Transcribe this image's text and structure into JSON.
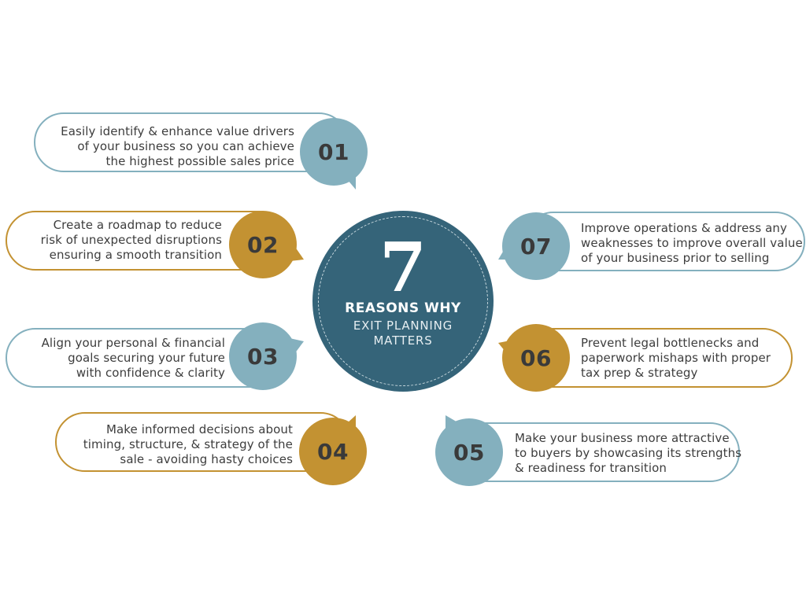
{
  "center": {
    "number": "7",
    "line1": "REASONS WHY",
    "line2": "EXIT PLANNING",
    "line3": "MATTERS",
    "color": "#356479"
  },
  "colors": {
    "blue": "#84b0be",
    "gold": "#c39232",
    "text": "#3d3d3d",
    "number_text": "#3a3a3a"
  },
  "reasons": [
    {
      "number": "01",
      "color": "blue",
      "lines": [
        "Easily identify & enhance value drivers",
        "of your business so you can achieve",
        "the highest possible sales price"
      ]
    },
    {
      "number": "02",
      "color": "gold",
      "lines": [
        "Create a roadmap to reduce",
        "risk of unexpected disruptions",
        "ensuring a smooth transition"
      ]
    },
    {
      "number": "03",
      "color": "blue",
      "lines": [
        "Align your personal & financial",
        "goals securing your future",
        "with confidence & clarity"
      ]
    },
    {
      "number": "04",
      "color": "gold",
      "lines": [
        "Make informed decisions about",
        "timing, structure, & strategy of the",
        "sale - avoiding hasty choices"
      ]
    },
    {
      "number": "05",
      "color": "blue",
      "lines": [
        "Make your business more attractive",
        "to buyers by showcasing its strengths",
        "& readiness for transition"
      ]
    },
    {
      "number": "06",
      "color": "gold",
      "lines": [
        "Prevent legal bottlenecks and",
        "paperwork mishaps with proper",
        "tax prep & strategy"
      ]
    },
    {
      "number": "07",
      "color": "blue",
      "lines": [
        "Improve operations & address any",
        "weaknesses to improve overall value",
        "of your business prior to selling"
      ]
    }
  ]
}
